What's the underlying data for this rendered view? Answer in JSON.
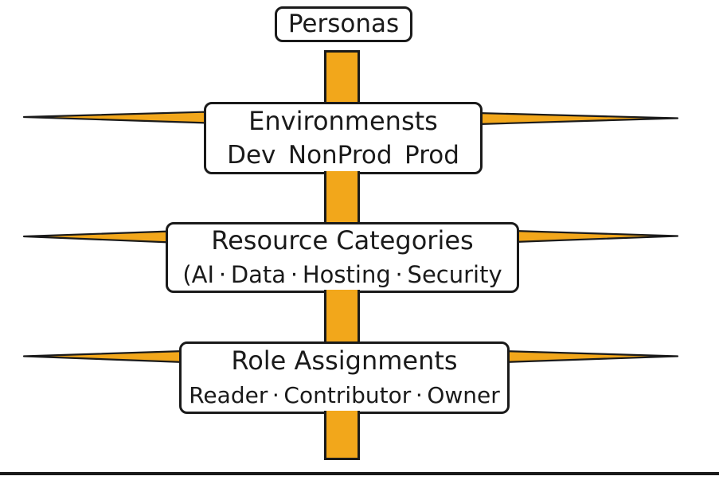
{
  "colors": {
    "accent_orange": "#F2A71B",
    "outline_black": "#1A1A1A",
    "background": "#FFFFFF"
  },
  "diagram": {
    "root_node": {
      "label": "Personas"
    },
    "levels": [
      {
        "title": "Environmensts",
        "subtitle": "Dev NonProd Prod"
      },
      {
        "title": "Resource Categories",
        "subtitle": "(AI · Data · Hosting · Security"
      },
      {
        "title": "Role Assignments",
        "subtitle": "Reader · Contributor · Owner"
      }
    ]
  }
}
